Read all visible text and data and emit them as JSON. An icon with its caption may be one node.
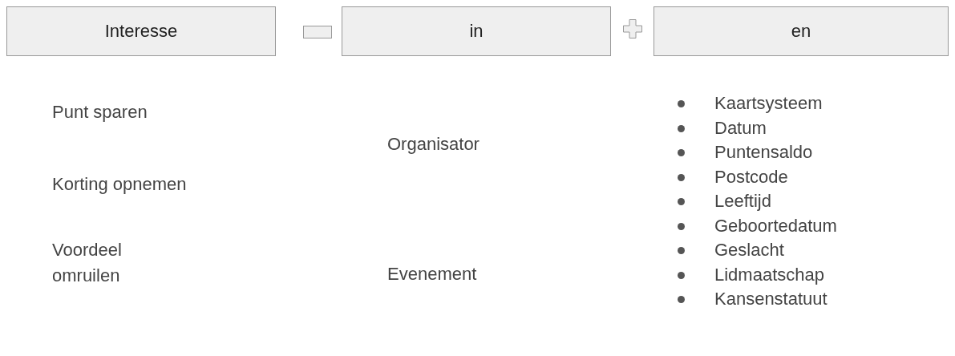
{
  "diagram": {
    "nodes": [
      {
        "text": [
          "Interesse"
        ]
      },
      {
        "text": [],
        "shape": "bar"
      },
      {
        "text": [
          "in"
        ]
      },
      {
        "text": [],
        "shape": "cross"
      },
      {
        "text": [
          "en"
        ]
      }
    ],
    "labels": [
      "Punt sparen",
      "Korting opnemen",
      "Voordeel omruilen",
      "Organisator",
      "Evenement",
      "Kaartsysteem",
      "Datum",
      "Puntensaldo",
      "Postcode",
      "Leeftijd",
      "Geboortedatum",
      "Geslacht",
      "Lidmaatschap",
      "Kansenstatuut"
    ]
  }
}
